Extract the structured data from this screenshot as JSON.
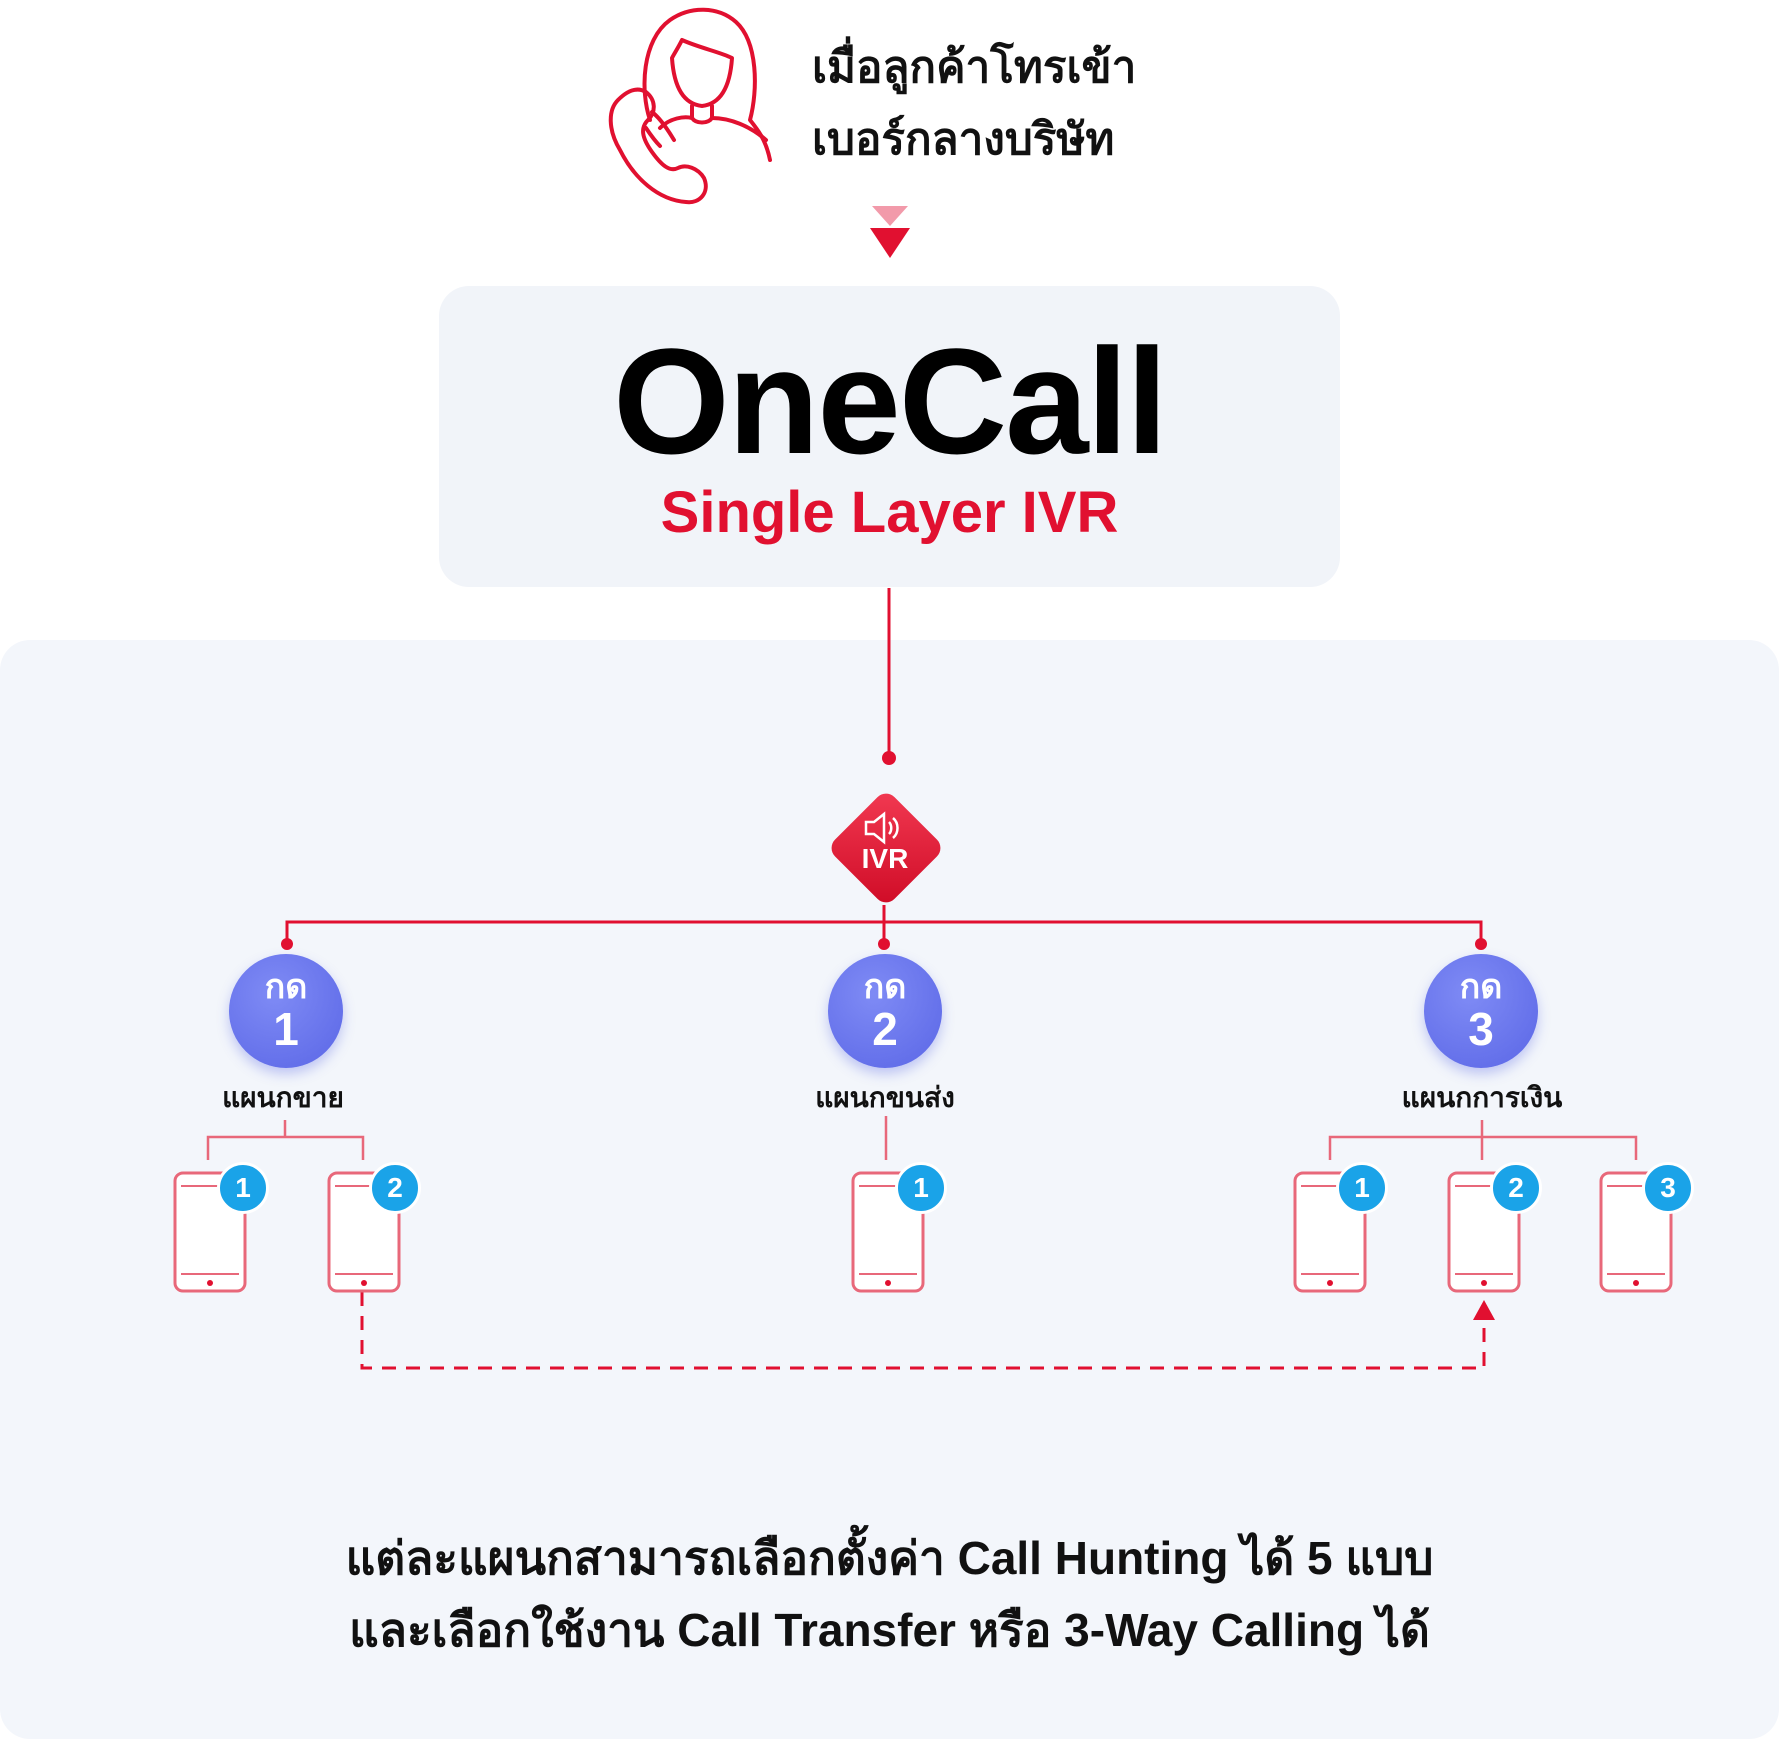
{
  "caller": {
    "icon": "customer-on-phone-icon",
    "caption_line1": "เมื่อลูกค้าโทรเข้า",
    "caption_line2": "เบอร์กลางบริษัท"
  },
  "brand": {
    "title": "OneCall",
    "subtitle": "Single Layer IVR"
  },
  "ivr": {
    "label": "IVR",
    "icon": "speaker-icon"
  },
  "departments": [
    {
      "press_word": "กด",
      "press_number": "1",
      "name": "แผนกขาย",
      "phones": [
        "1",
        "2"
      ]
    },
    {
      "press_word": "กด",
      "press_number": "2",
      "name": "แผนกขนส่ง",
      "phones": [
        "1"
      ]
    },
    {
      "press_word": "กด",
      "press_number": "3",
      "name": "แผนกการเงิน",
      "phones": [
        "1",
        "2",
        "3"
      ]
    }
  ],
  "footer": {
    "line1": "แต่ละแผนกสามารถเลือกตั้งค่า Call Hunting ได้ 5 แบบ",
    "line2": "และเลือกใช้งาน Call Transfer หรือ 3-Way Calling ได้"
  },
  "colors": {
    "accent_red": "#e11030",
    "line_pink": "#e8687a",
    "press_blue": "#5a66e6",
    "badge_blue": "#1aa3e8",
    "panel_bg": "#f3f6fb"
  }
}
